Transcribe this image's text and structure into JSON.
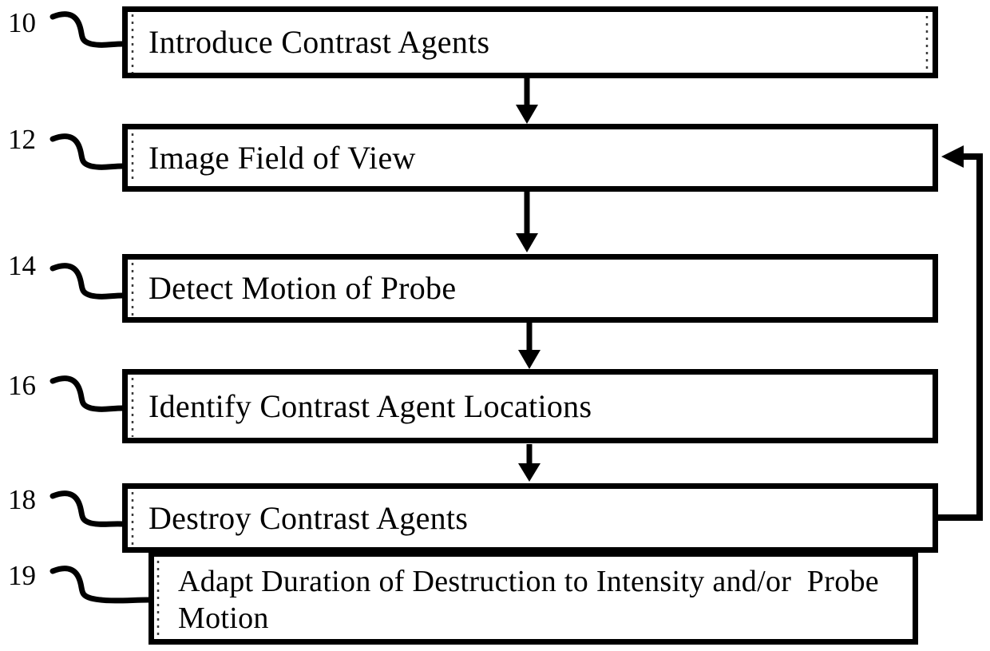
{
  "figure": {
    "type": "flowchart",
    "background": "#ffffff",
    "ink": "#000000",
    "boxes": [
      {
        "ref": "10",
        "label": "Introduce Contrast Agents"
      },
      {
        "ref": "12",
        "label": "Image Field of View"
      },
      {
        "ref": "14",
        "label": "Detect Motion of Probe"
      },
      {
        "ref": "16",
        "label": "Identify Contrast Agent Locations"
      },
      {
        "ref": "18",
        "label": "Destroy Contrast Agents"
      },
      {
        "ref": "19",
        "label": "Adapt Duration of Destruction to Intensity and/or  Probe\nMotion"
      }
    ],
    "flow_sequence": [
      "10",
      "12",
      "14",
      "16",
      "18"
    ],
    "feedback_loop": {
      "from": "18",
      "to": "12"
    },
    "attached_step": {
      "parent": "18",
      "ref": "19"
    }
  }
}
